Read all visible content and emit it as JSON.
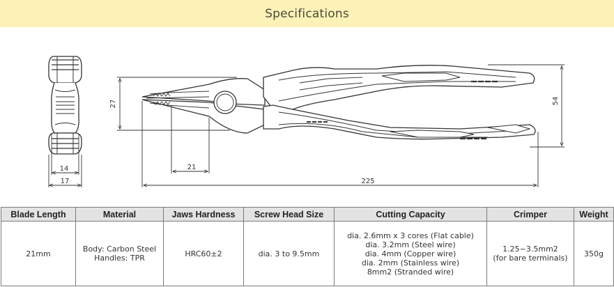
{
  "header": {
    "title": "Specifications"
  },
  "dimensions": {
    "grip_width": "14",
    "head_width": "17",
    "jaw_height": "27",
    "blade_length": "21",
    "total_length": "225",
    "handle_span": "54"
  },
  "table": {
    "headers": [
      "Blade Length",
      "Material",
      "Jaws Hardness",
      "Screw Head Size",
      "Cutting Capacity",
      "Crimper",
      "Weight"
    ],
    "blade_length": "21mm",
    "material": [
      "Body: Carbon Steel",
      "Handles: TPR"
    ],
    "jaws_hardness": "HRC60±2",
    "screw_head_size": "dia. 3 to 9.5mm",
    "cutting_capacity": [
      "dia. 2.6mm x 3 cores (Flat cable)",
      "dia. 3.2mm (Steel wire)",
      "dia. 4mm (Copper wire)",
      "dia. 2mm (Stainless wire)",
      "8mm2 (Stranded wire)"
    ],
    "crimper": [
      "1.25~3.5mm2",
      "(for bare terminals)"
    ],
    "weight": "350g"
  }
}
